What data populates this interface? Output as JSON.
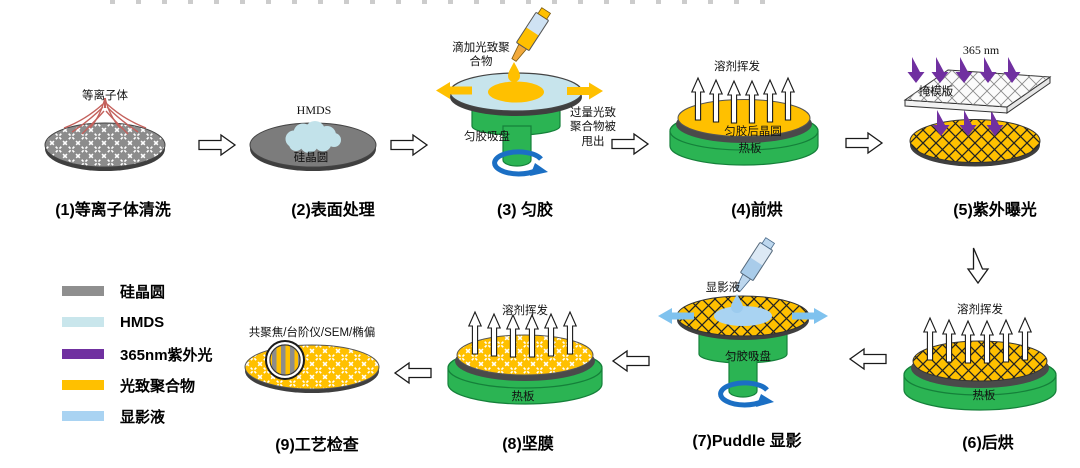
{
  "steps": {
    "s1": {
      "caption": "(1)等离子体清洗",
      "plasma": "等离子体"
    },
    "s2": {
      "caption": "(2)表面处理",
      "hmds": "HMDS",
      "wafer": "硅晶圆"
    },
    "s3": {
      "caption": "(3) 匀胶",
      "dispense": "滴加光致聚\n合物",
      "excess": "过量光致\n聚合物被\n甩出",
      "chuck": "匀胶吸盘"
    },
    "s4": {
      "caption": "(4)前烘",
      "evaporate": "溶剂挥发",
      "wafer": "匀胶后晶圆",
      "hotplate": "热板"
    },
    "s5": {
      "caption": "(5)紫外曝光",
      "wavelength": "365 nm",
      "mask": "掩模版"
    },
    "s6": {
      "caption": "(6)后烘",
      "evaporate": "溶剂挥发",
      "hotplate": "热板"
    },
    "s7": {
      "caption": "(7)Puddle 显影",
      "developer": "显影液",
      "chuck": "匀胶吸盘"
    },
    "s8": {
      "caption": "(8)坚膜",
      "evaporate": "溶剂挥发",
      "hotplate": "热板"
    },
    "s9": {
      "caption": "(9)工艺检查",
      "inspection": "共聚焦/台阶仪/SEM/椭偏"
    }
  },
  "legend": {
    "items": [
      {
        "label": "硅晶圆",
        "color": "#8F8F8F"
      },
      {
        "label": "HMDS",
        "color": "#C9E6EC"
      },
      {
        "label": "365nm紫外光",
        "color": "#7030A0"
      },
      {
        "label": "光致聚合物",
        "color": "#FFC000"
      },
      {
        "label": "显影液",
        "color": "#A9D3F2"
      }
    ]
  },
  "colors": {
    "photoresist_yellow": "#FFC000",
    "uv_purple": "#7030A0",
    "wafer_gray": "#8C8C8C",
    "hmds_blue": "#C9E6EC",
    "developer_blue": "#A9D3F2",
    "hotplate_green": "#2BB453",
    "rotation_blue": "#1B6FC4",
    "plasma_red": "#C4615C"
  }
}
